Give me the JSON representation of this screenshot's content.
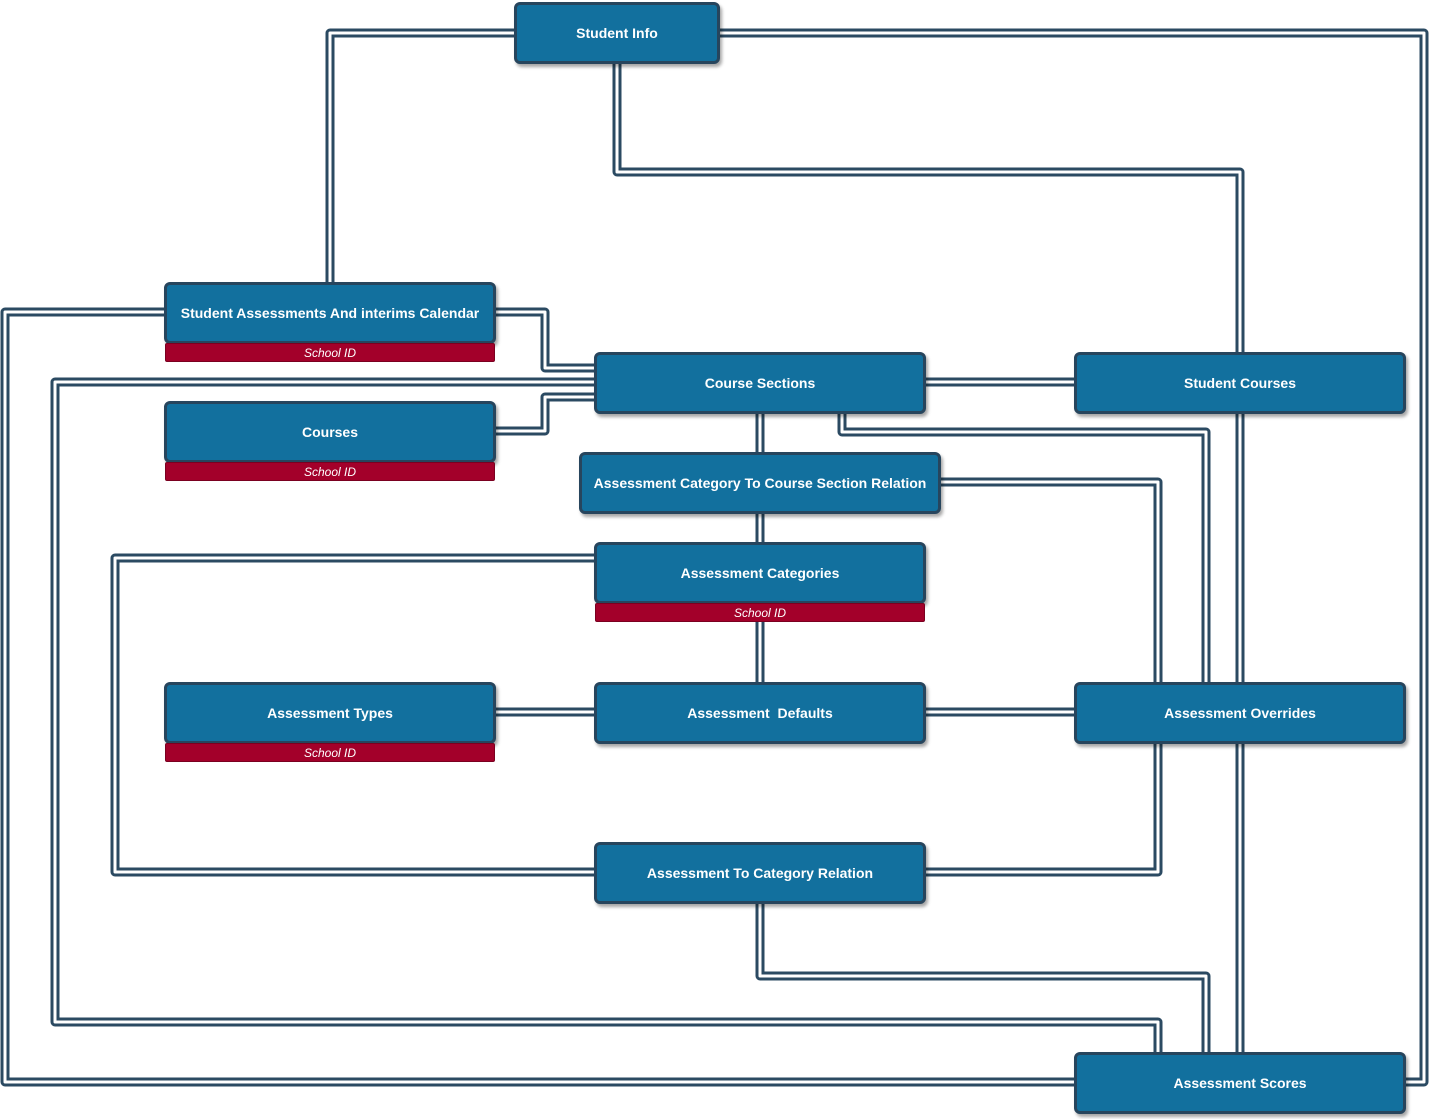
{
  "nodes": {
    "student_info": "Student Info",
    "student_assessments_calendar": "Student Assessments And interims Calendar",
    "courses": "Courses",
    "course_sections": "Course Sections",
    "student_courses": "Student Courses",
    "assessment_category_course_section_relation": "Assessment Category To Course Section Relation",
    "assessment_categories": "Assessment Categories",
    "assessment_types": "Assessment Types",
    "assessment_defaults": "Assessment  Defaults",
    "assessment_overrides": "Assessment Overrides",
    "assessment_to_category_relation": "Assessment To Category Relation",
    "assessment_scores": "Assessment Scores"
  },
  "tags": {
    "calendar_school_id": "School ID",
    "courses_school_id": "School ID",
    "categories_school_id": "School ID",
    "types_school_id": "School ID"
  },
  "colors": {
    "node_fill": "#12709e",
    "node_border": "#27455d",
    "tag_fill": "#a3002a",
    "link": "#2b4a62"
  }
}
